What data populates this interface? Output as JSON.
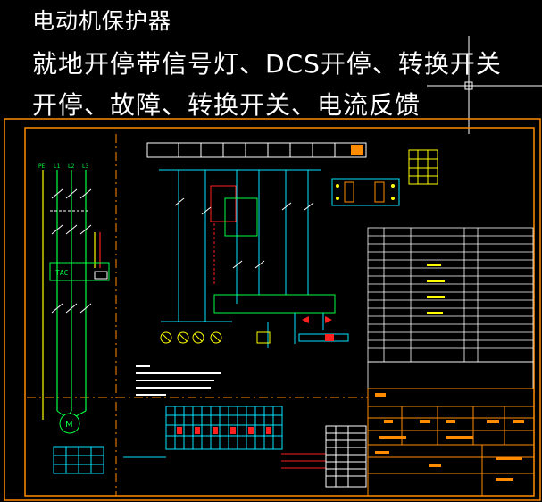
{
  "title_lines": [
    "电动机保护器",
    "就地开停带信号灯、DCS开停、转换开关",
    "开停、故障、转换开关、电流反馈"
  ],
  "phase_labels": [
    "PE",
    "L1",
    "L2",
    "L3"
  ],
  "motor_label": "M",
  "protector_label": "TAC",
  "colors": {
    "background": "#000000",
    "frame": "#ff8c00",
    "wire_green": "#00ff44",
    "wire_cyan": "#00e5ff",
    "wire_yellow": "#ffff00",
    "wire_red": "#ff2020",
    "text_white": "#ffffff",
    "table_line": "#ffffff"
  }
}
